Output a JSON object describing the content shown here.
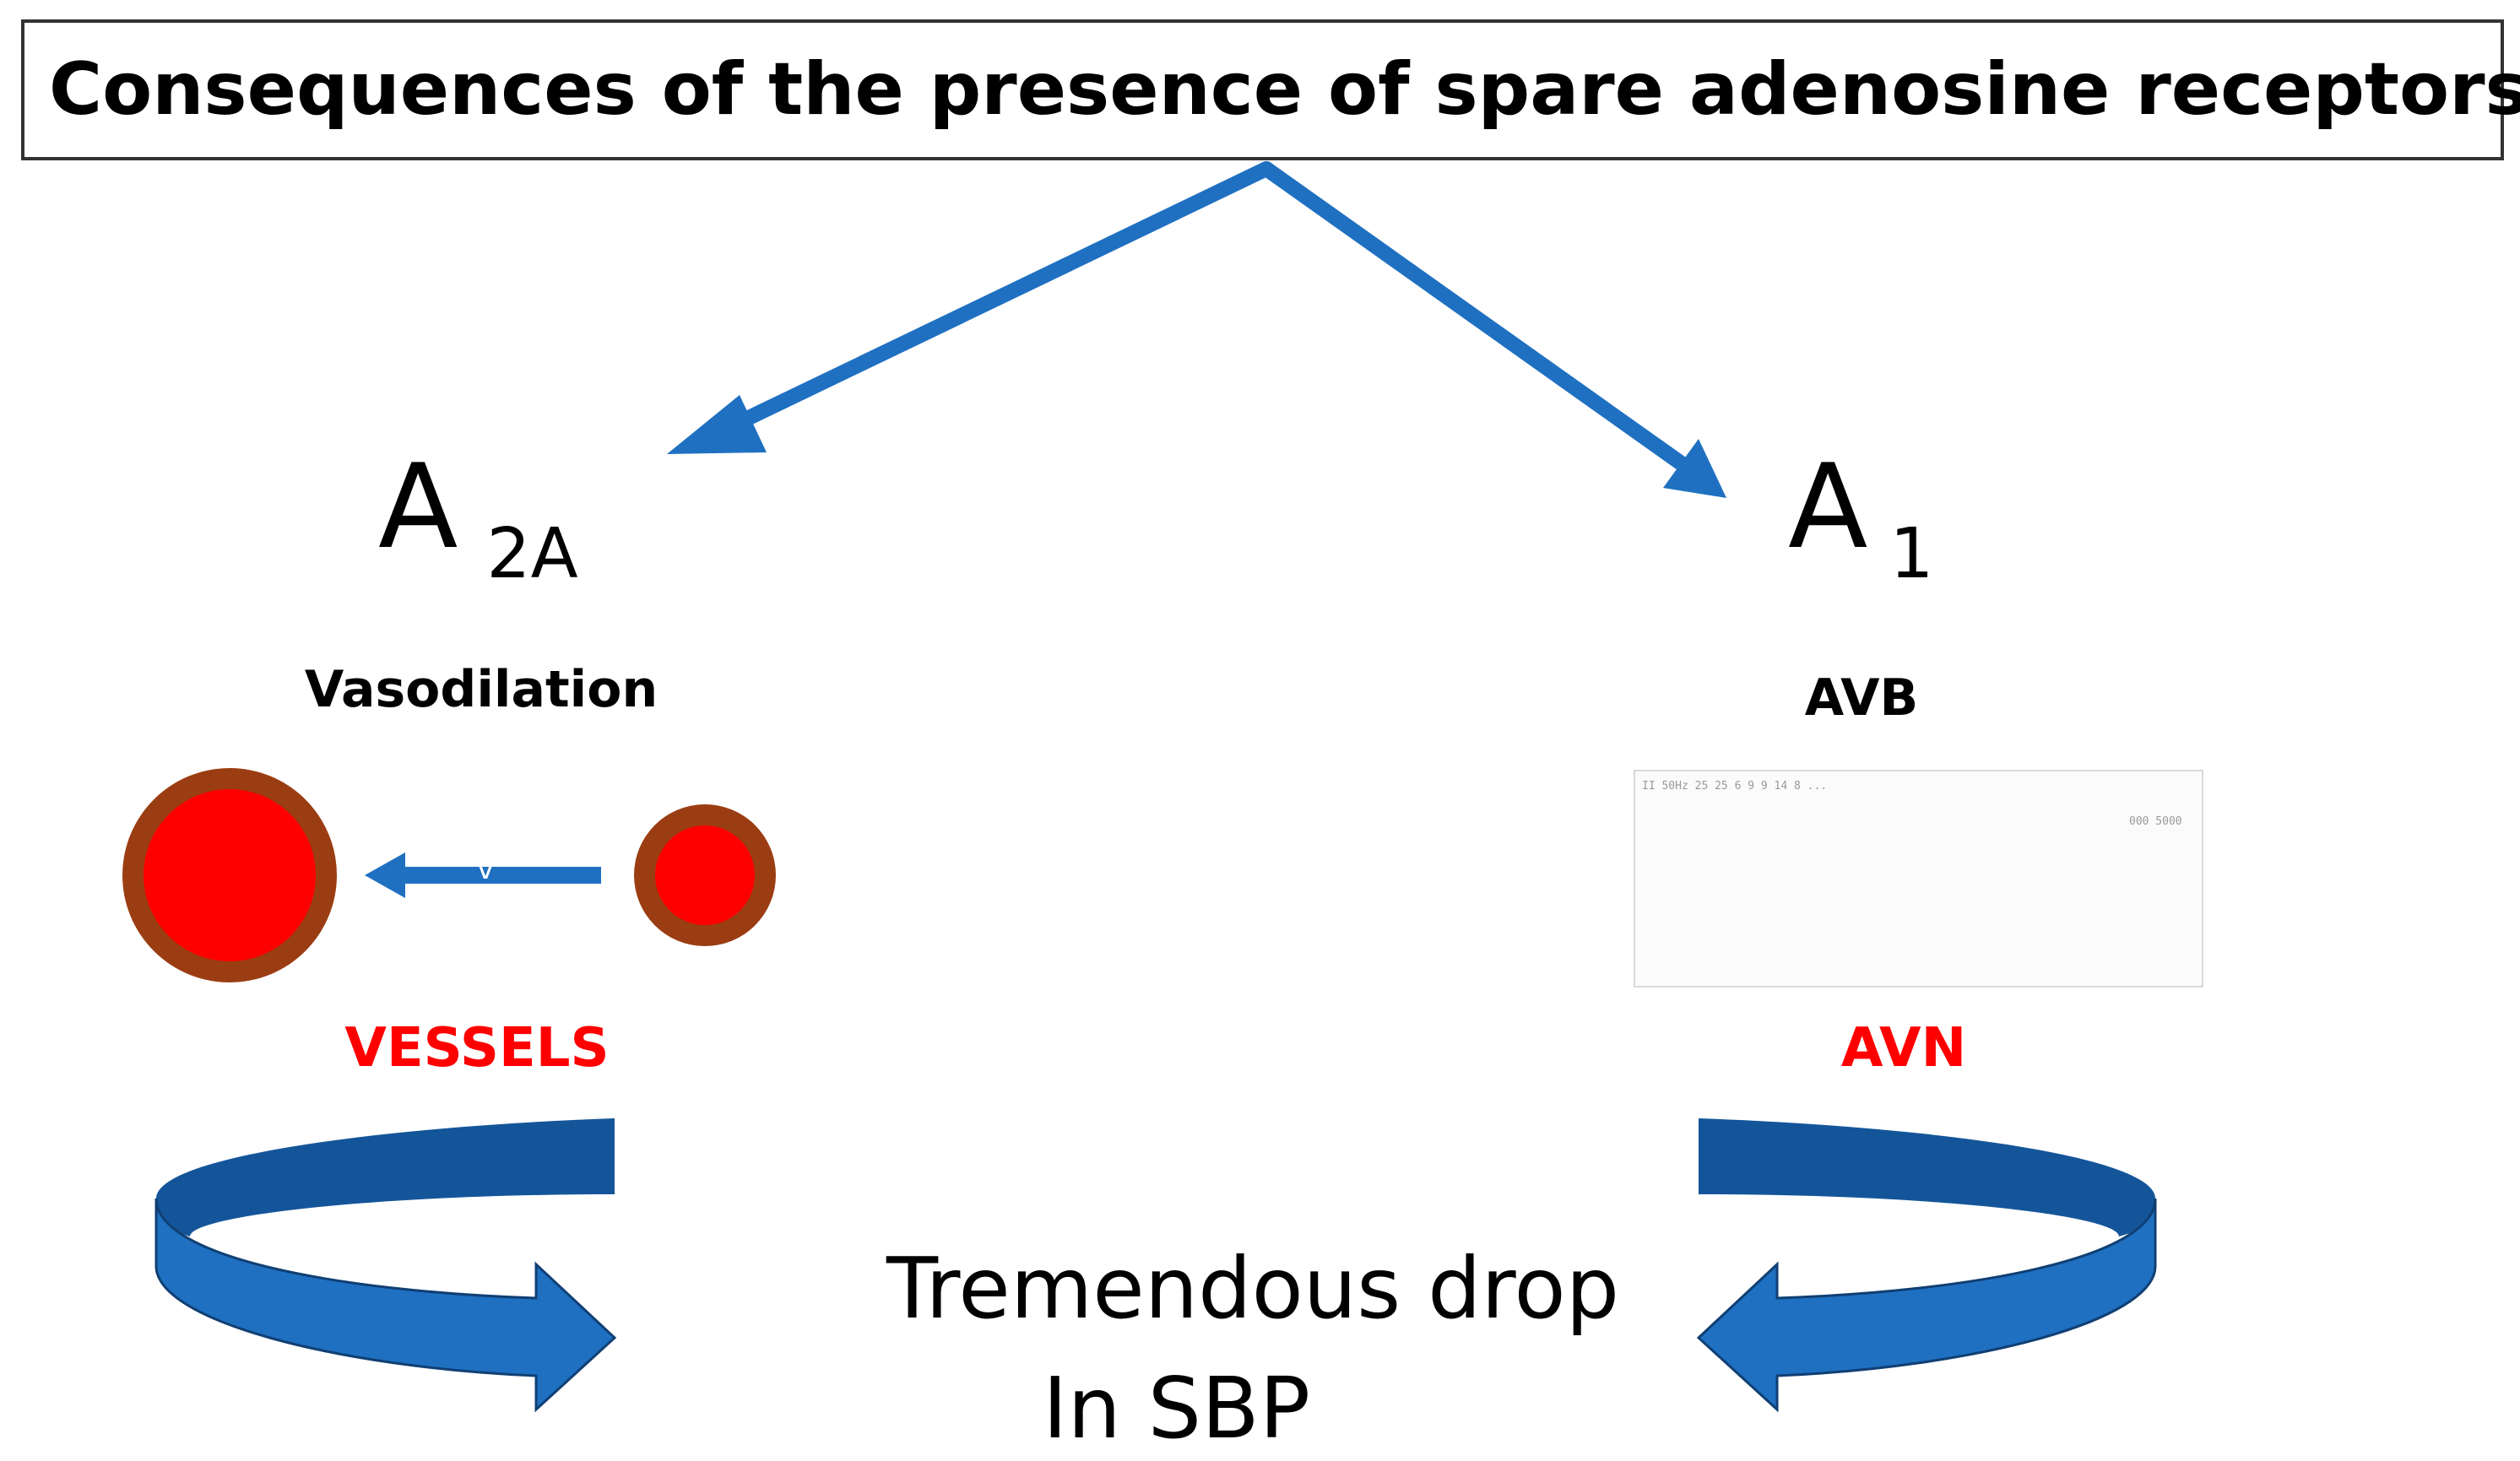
{
  "title": "Consequences of the presence of spare adenosine receptors",
  "left": {
    "receptor_main": "A",
    "receptor_sub": "2A",
    "effect": "Vasodilation",
    "arrow_label": "v",
    "site": "VESSELS"
  },
  "right": {
    "receptor_main": "A",
    "receptor_sub": "1",
    "effect": "AVB",
    "site": "AVN",
    "ecg_header": "II  50Hz  25 25 6 9 9 14 8 ...",
    "ecg_corner": "000  5000"
  },
  "conclusion": {
    "line1": "Tremendous drop",
    "line2": "In SBP"
  },
  "colors": {
    "arrow_blue": "#1f70c1",
    "arrow_blue_dark": "#14559a",
    "vessel_wall": "#9b3d12",
    "vessel_lumen": "#ff0000",
    "site_label": "#ff0000"
  },
  "icons": [
    "arrow-down-left-icon",
    "arrow-down-right-icon",
    "vasodilation-arrow-icon",
    "curved-arrow-left-icon",
    "curved-arrow-right-icon",
    "ecg-strip-icon"
  ]
}
